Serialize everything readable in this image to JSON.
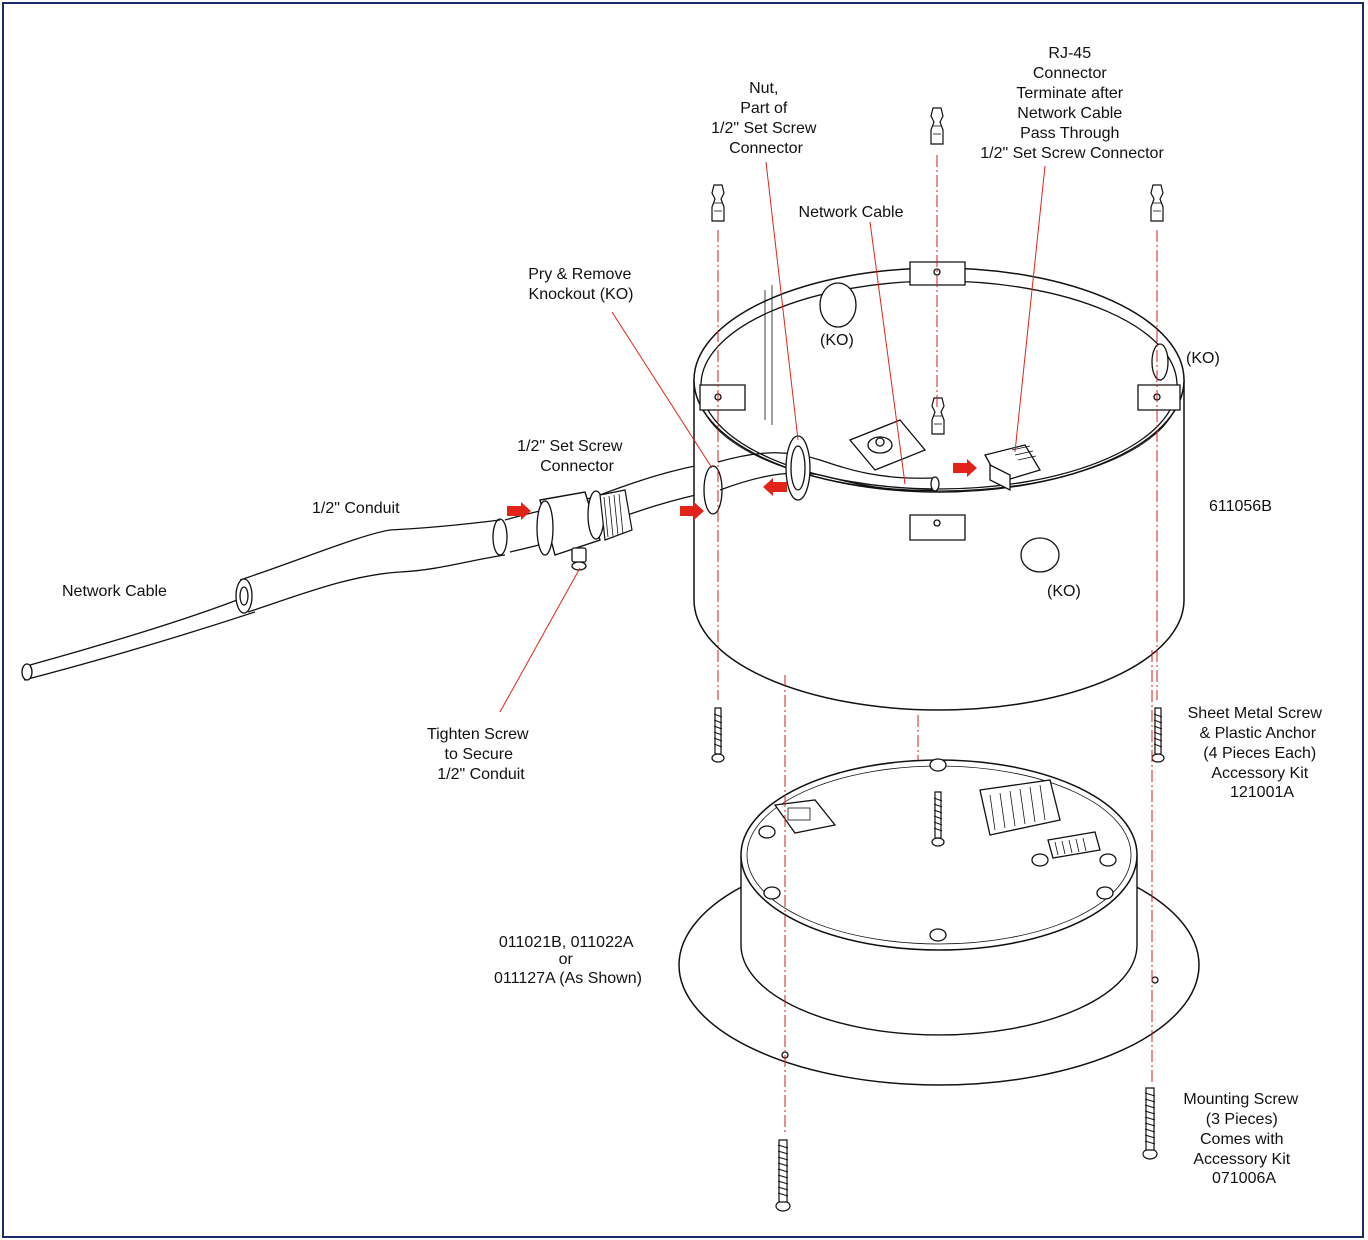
{
  "labels": {
    "network_cable_left": "Network Cable",
    "conduit": "1/2\" Conduit",
    "set_screw_connector": [
      "1/2\" Set Screw",
      "Connector"
    ],
    "pry_knockout": [
      "Pry & Remove",
      "Knockout (KO)"
    ],
    "nut": [
      "Nut,",
      "Part of",
      "1/2\" Set Screw",
      "Connector"
    ],
    "network_cable_top": "Network Cable",
    "rj45": [
      "RJ-45",
      "Connector",
      "Terminate after",
      "Network Cable",
      "Pass Through",
      "1/2\" Set Screw Connector"
    ],
    "ko_top": "(KO)",
    "ko_right": "(KO)",
    "ko_front": "(KO)",
    "backbox_part": "611056B",
    "tighten_screw": [
      "Tighten Screw",
      "to Secure",
      "1/2\" Conduit"
    ],
    "sheet_metal_screw": [
      "Sheet Metal Screw",
      "& Plastic Anchor",
      "(4 Pieces Each)",
      "Accessory Kit",
      "121001A"
    ],
    "speaker_parts": [
      "011021B, 011022A",
      "or",
      "011127A (As Shown)"
    ],
    "mounting_screw": [
      "Mounting Screw",
      "(3 Pieces)",
      "Comes with",
      "Accessory Kit",
      "071006A"
    ]
  },
  "colors": {
    "leader": "#e2231a",
    "arrow": "#e2231a",
    "frame": "#1a2a6c"
  }
}
